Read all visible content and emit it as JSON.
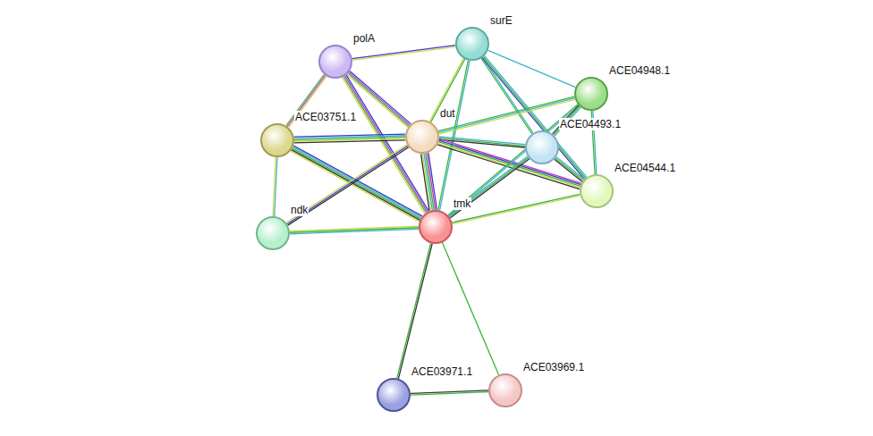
{
  "diagram": {
    "nodes": [
      {
        "text": [
          "polA"
        ]
      },
      {
        "text": [
          "surE"
        ]
      },
      {
        "text": [
          "ACE04948.1"
        ]
      },
      {
        "text": [
          "ACE03751.1"
        ]
      },
      {
        "text": [
          "dut"
        ]
      },
      {
        "text": [
          "ACE04493.1"
        ]
      },
      {
        "text": [
          "ACE04544.1"
        ]
      },
      {
        "text": [
          "ndk"
        ]
      },
      {
        "text": [
          "tmk"
        ]
      },
      {
        "text": [
          "ACE03971.1"
        ]
      },
      {
        "text": [
          "ACE03969.1"
        ]
      }
    ],
    "edges": [
      {
        "from": 0,
        "to": 1,
        "arrow": "none"
      },
      {
        "from": 0,
        "to": 3,
        "arrow": "none"
      },
      {
        "from": 0,
        "to": 4,
        "arrow": "none"
      },
      {
        "from": 0,
        "to": 8,
        "arrow": "none"
      },
      {
        "from": 1,
        "to": 4,
        "arrow": "none"
      },
      {
        "from": 1,
        "to": 8,
        "arrow": "none"
      },
      {
        "from": 1,
        "to": 2,
        "arrow": "none"
      },
      {
        "from": 1,
        "to": 5,
        "arrow": "none"
      },
      {
        "from": 1,
        "to": 6,
        "arrow": "none"
      },
      {
        "from": 3,
        "to": 4,
        "arrow": "none"
      },
      {
        "from": 3,
        "to": 8,
        "arrow": "none"
      },
      {
        "from": 3,
        "to": 7,
        "arrow": "none"
      },
      {
        "from": 4,
        "to": 7,
        "arrow": "none"
      },
      {
        "from": 4,
        "to": 8,
        "arrow": "none"
      },
      {
        "from": 4,
        "to": 2,
        "arrow": "none"
      },
      {
        "from": 4,
        "to": 5,
        "arrow": "none"
      },
      {
        "from": 4,
        "to": 6,
        "arrow": "none"
      },
      {
        "from": 8,
        "to": 7,
        "arrow": "none"
      },
      {
        "from": 8,
        "to": 5,
        "arrow": "none"
      },
      {
        "from": 8,
        "to": 6,
        "arrow": "none"
      },
      {
        "from": 8,
        "to": 2,
        "arrow": "none"
      },
      {
        "from": 8,
        "to": 9,
        "arrow": "none"
      },
      {
        "from": 8,
        "to": 10,
        "arrow": "none"
      },
      {
        "from": 2,
        "to": 5,
        "arrow": "none"
      },
      {
        "from": 2,
        "to": 6,
        "arrow": "none"
      },
      {
        "from": 5,
        "to": 6,
        "arrow": "none"
      },
      {
        "from": 9,
        "to": 10,
        "arrow": "none"
      }
    ]
  }
}
